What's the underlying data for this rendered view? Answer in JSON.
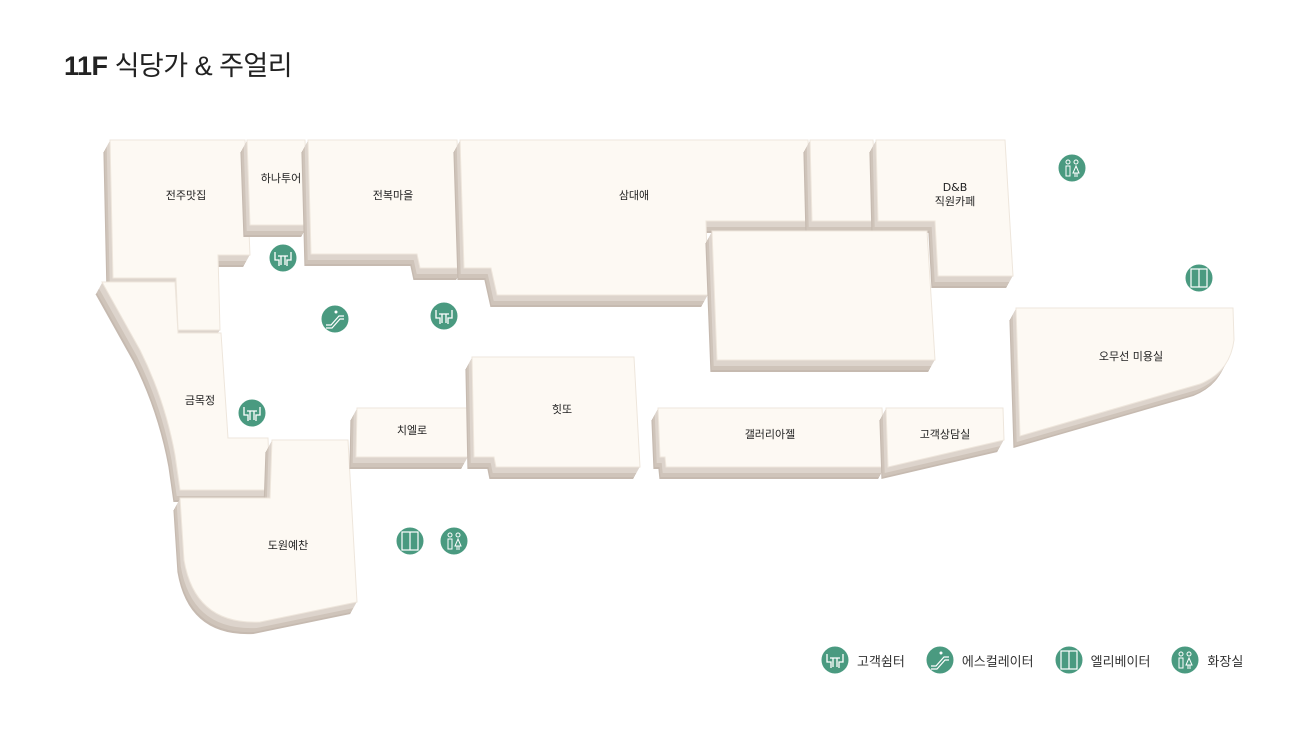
{
  "header": {
    "floor": "11F",
    "title": "식당가 & 주얼리"
  },
  "stores": [
    {
      "id": "jeonju",
      "label": "전주맛집"
    },
    {
      "id": "hana",
      "label": "하나투어"
    },
    {
      "id": "jeonbok",
      "label": "전복마을"
    },
    {
      "id": "samdae",
      "label": "삼대애"
    },
    {
      "id": "db",
      "label": "D&B",
      "label2": "직원카페"
    },
    {
      "id": "geummok",
      "label": "금목정"
    },
    {
      "id": "dowon",
      "label": "도원예찬"
    },
    {
      "id": "chiello",
      "label": "치엘로"
    },
    {
      "id": "hitto",
      "label": "힛또"
    },
    {
      "id": "galleria",
      "label": "갤러리아젤"
    },
    {
      "id": "service",
      "label": "고객상담실"
    },
    {
      "id": "omusun",
      "label": "오무선 미용실"
    }
  ],
  "legend": [
    {
      "icon": "rest-area-icon",
      "label": "고객쉼터"
    },
    {
      "icon": "escalator-icon",
      "label": "에스컬레이터"
    },
    {
      "icon": "elevator-icon",
      "label": "엘리베이터"
    },
    {
      "icon": "restroom-icon",
      "label": "화장실"
    }
  ],
  "colors": {
    "accent": "#4a9a80",
    "floor": "#fdf9f3",
    "side": "#c6bab0",
    "edge": "#ddd4cc"
  }
}
